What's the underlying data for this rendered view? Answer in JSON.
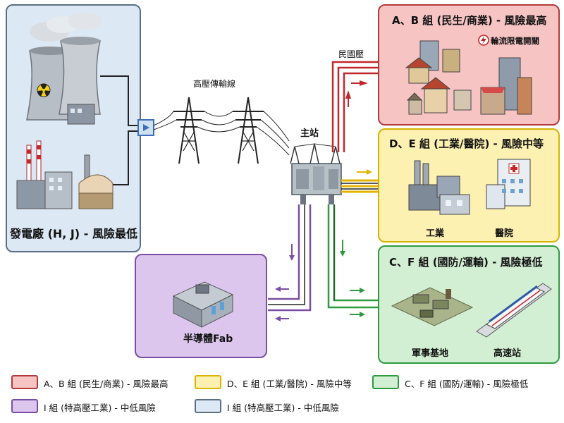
{
  "labels": {
    "plant_title": "發電廠 (H, J) - 風險最低",
    "transmission": "高壓傳輸線",
    "substation": "主站",
    "civil_voltage": "民國壓",
    "fab": "半導體Fab",
    "rotation": "輪流限電開關",
    "industry": "工業",
    "hospital": "醫院",
    "base": "軍事基地",
    "station": "高速站"
  },
  "groups": {
    "ab": "A、B 組 (民生/商業) - 風險最高",
    "de": "D、E 組 (工業/醫院) - 風險中等",
    "cf": "C、F 組 (國防/運輸) - 風險極低"
  },
  "legend": [
    {
      "label": "A、B 組 (民生/商業) - 風險最高",
      "color": "#f7c4c4",
      "border": "#b23a3a"
    },
    {
      "label": "D、E 組 (工業/醫院) - 風險中等",
      "color": "#fdf1b2",
      "border": "#d7b400"
    },
    {
      "label": "C、F 組 (國防/運輸) - 風險極低",
      "color": "#d3efd3",
      "border": "#2e9a3f"
    },
    {
      "label": "I 組 (特高壓工業) - 中低風險",
      "color": "#dcc6ee",
      "border": "#7b4ea5"
    },
    {
      "label": "I 組 (特高壓工業) - 中低風險",
      "color": "#dce8f4",
      "border": "#5a6f86"
    }
  ],
  "colors": {
    "red": "#c0282d",
    "yellow": "#e2b400",
    "green": "#2e9a3f",
    "purple": "#7b4ea5",
    "blue": "#3c6fb8"
  },
  "icons": {
    "rotation_switch": "lightning-switch-icon",
    "nuclear": "radiation-icon"
  }
}
